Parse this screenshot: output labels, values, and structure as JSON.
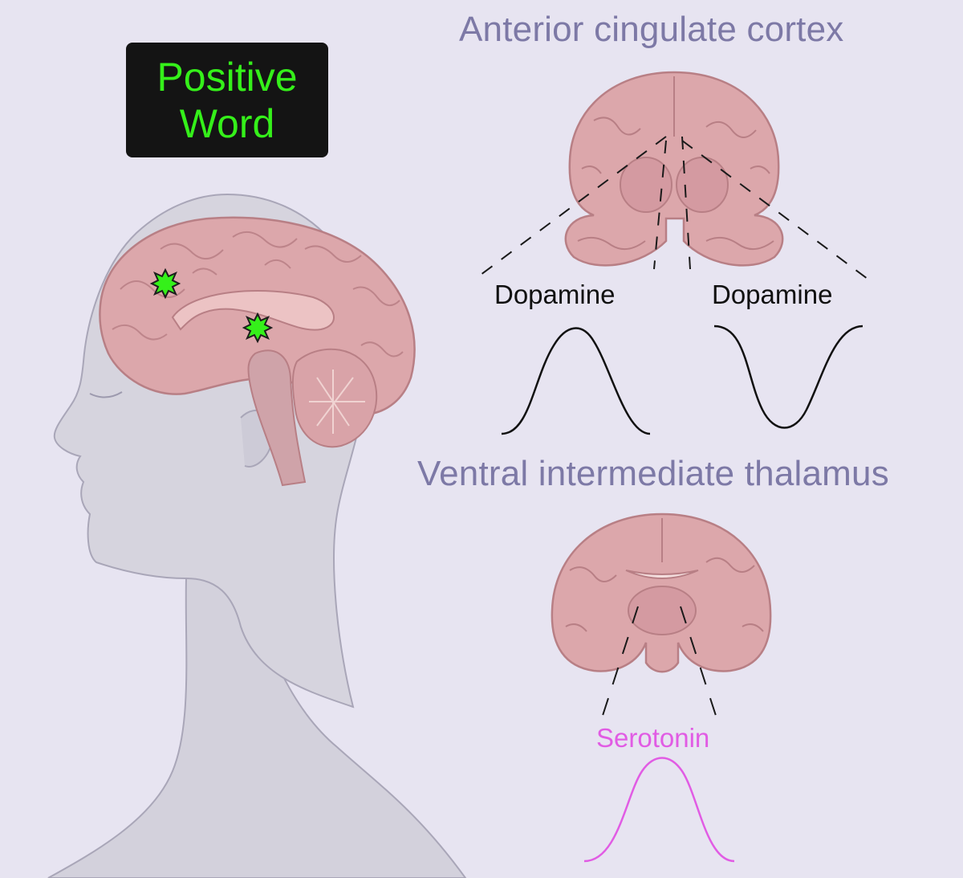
{
  "stimulus": {
    "line1": "Positive",
    "line2": "Word"
  },
  "regions": {
    "acc": {
      "title": "Anterior cingulate cortex"
    },
    "vim": {
      "title": "Ventral intermediate thalamus"
    }
  },
  "signals": {
    "left_dopamine": {
      "label": "Dopamine",
      "direction": "increase"
    },
    "right_dopamine": {
      "label": "Dopamine",
      "direction": "decrease"
    },
    "serotonin": {
      "label": "Serotonin",
      "direction": "increase"
    }
  },
  "colors": {
    "background": "#e7e4f1",
    "title_text": "#7d79a6",
    "stimulus_text": "#35f01a",
    "stimulus_box": "#141414",
    "serotonin": "#e15ce4",
    "brain_fill": "#dca7ab",
    "brain_outline": "#b87f85",
    "head": "#d6d4de",
    "marker": "#35f01a"
  },
  "icons": {
    "activation_marker": "starburst-icon"
  }
}
